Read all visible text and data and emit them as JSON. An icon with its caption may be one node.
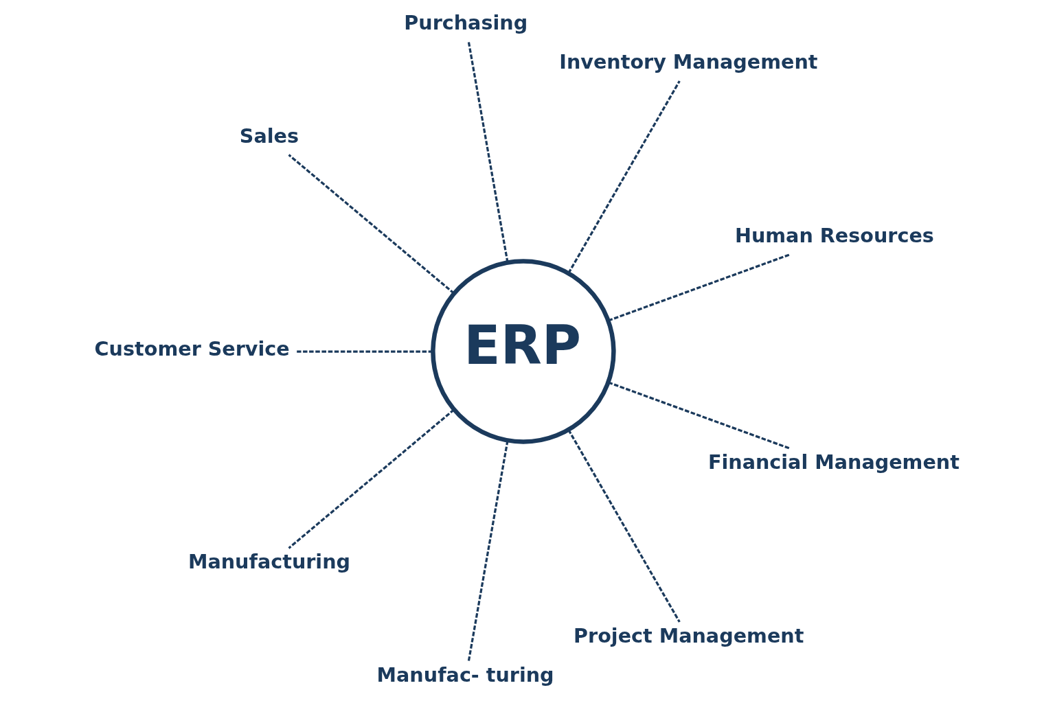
{
  "diagram": {
    "nodes": [
      {
        "text": [
          "ERP"
        ]
      },
      {
        "text": [
          "Human Resources"
        ]
      },
      {
        "text": [
          "Inventory Management"
        ]
      },
      {
        "text": [
          "Purchasing"
        ]
      },
      {
        "text": [
          "Sales"
        ]
      },
      {
        "text": [
          "Customer Service"
        ]
      },
      {
        "text": [
          "Manufacturing"
        ]
      },
      {
        "text": [
          "Manufac- turing"
        ]
      },
      {
        "text": [
          "Project Management"
        ]
      },
      {
        "text": [
          "Financial Management"
        ]
      }
    ],
    "edges": [
      {
        "from": 0,
        "to": 1,
        "arrow": "none",
        "style": "dashed"
      },
      {
        "from": 0,
        "to": 2,
        "arrow": "none",
        "style": "dashed"
      },
      {
        "from": 0,
        "to": 3,
        "arrow": "none",
        "style": "dashed"
      },
      {
        "from": 0,
        "to": 4,
        "arrow": "none",
        "style": "dashed"
      },
      {
        "from": 0,
        "to": 5,
        "arrow": "none",
        "style": "dashed"
      },
      {
        "from": 0,
        "to": 6,
        "arrow": "none",
        "style": "dashed"
      },
      {
        "from": 0,
        "to": 7,
        "arrow": "none",
        "style": "dashed"
      },
      {
        "from": 0,
        "to": 8,
        "arrow": "none",
        "style": "dashed"
      },
      {
        "from": 0,
        "to": 9,
        "arrow": "none",
        "style": "dashed"
      }
    ]
  }
}
